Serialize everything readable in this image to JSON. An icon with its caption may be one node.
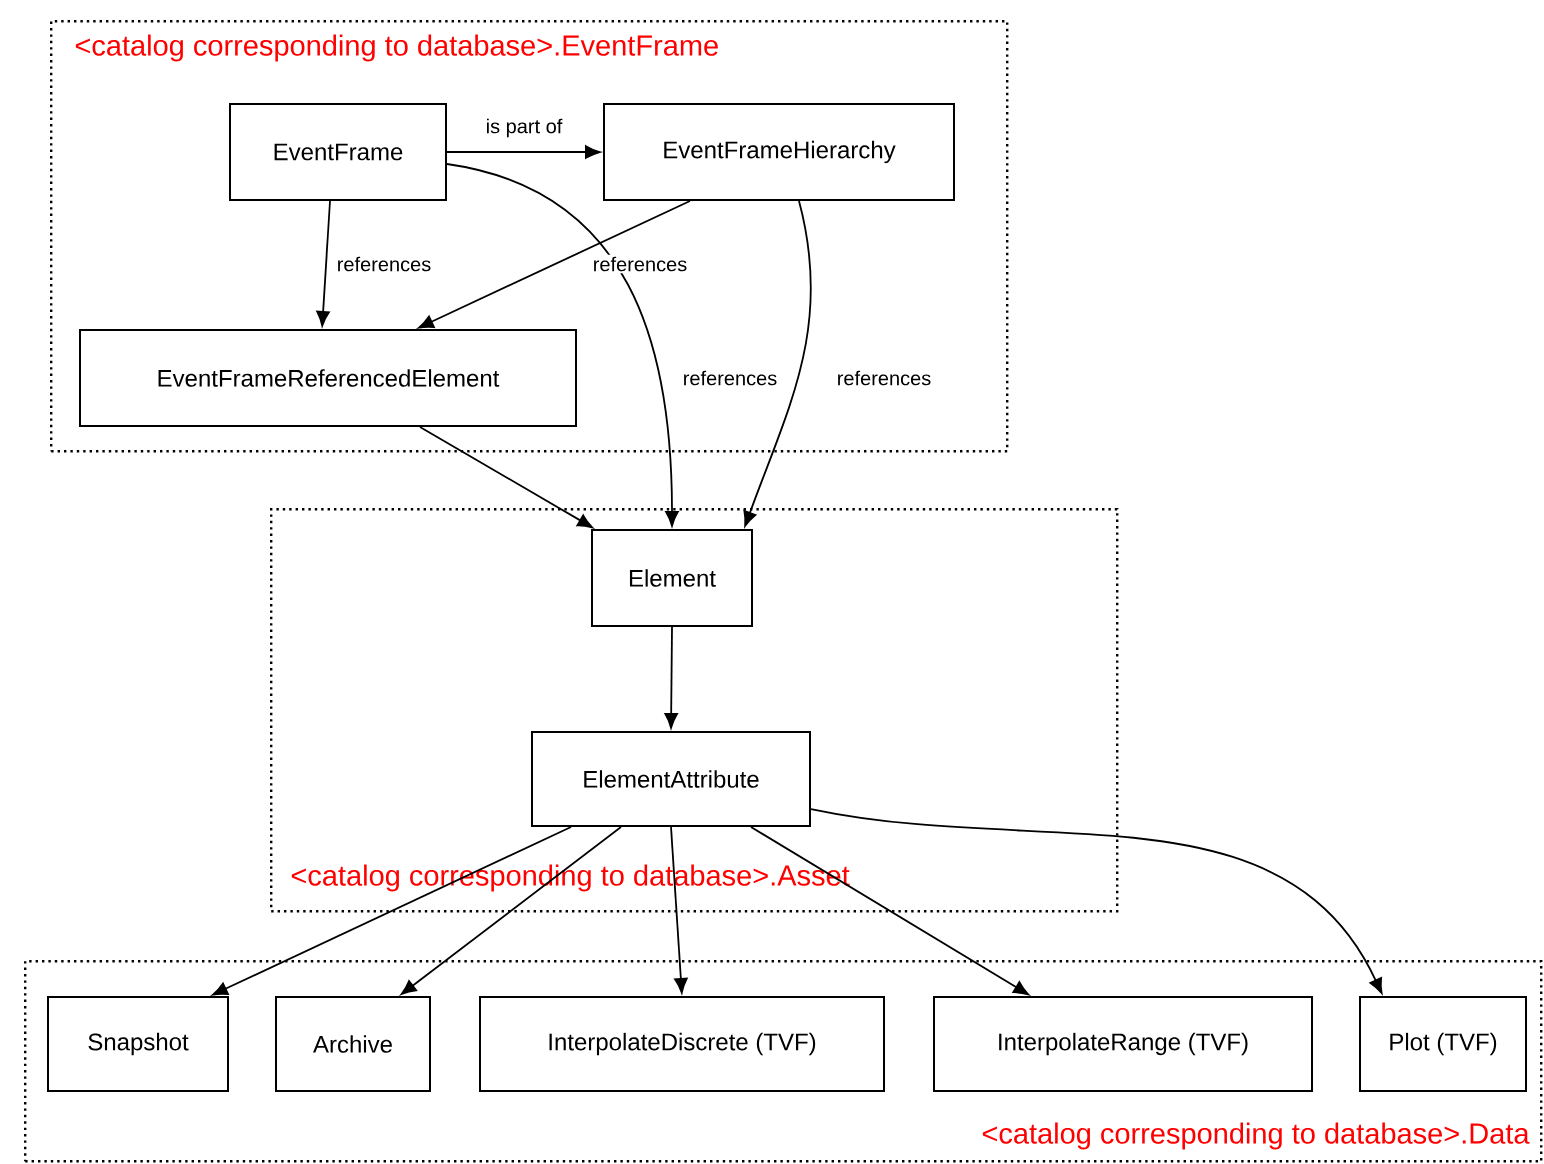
{
  "diagram": {
    "nodes": [
      {
        "text": [
          "<catalog corresponding to database>.EventFrame"
        ]
      },
      {
        "text": [
          "EventFrame"
        ],
        "in": 0
      },
      {
        "text": [
          "EventFrameHierarchy"
        ],
        "in": 0
      },
      {
        "text": [
          "EventFrameReferencedElement"
        ],
        "in": 0
      },
      {
        "text": [
          "<catalog corresponding to database>.Asset"
        ]
      },
      {
        "text": [
          "Element"
        ],
        "in": 4
      },
      {
        "text": [
          "ElementAttribute"
        ],
        "in": 4
      },
      {
        "text": [
          "<catalog corresponding to database>.Data"
        ]
      },
      {
        "text": [
          "Snapshot"
        ],
        "in": 7
      },
      {
        "text": [
          "Archive"
        ],
        "in": 7
      },
      {
        "text": [
          "InterpolateDiscrete (TVF)"
        ],
        "in": 7
      },
      {
        "text": [
          "InterpolateRange (TVF)"
        ],
        "in": 7
      },
      {
        "text": [
          "Plot (TVF)"
        ],
        "in": 7
      }
    ],
    "edges": [
      {
        "from": 1,
        "to": 2,
        "arrow": "to",
        "label": "is part of"
      },
      {
        "from": 1,
        "to": 3,
        "arrow": "to",
        "label": "references"
      },
      {
        "from": 2,
        "to": 3,
        "arrow": "to",
        "label": "references"
      },
      {
        "from": 1,
        "to": 5,
        "arrow": "to",
        "label": "references"
      },
      {
        "from": 2,
        "to": 5,
        "arrow": "to",
        "label": "references"
      },
      {
        "from": 3,
        "to": 5,
        "arrow": "to"
      },
      {
        "from": 5,
        "to": 6,
        "arrow": "to"
      },
      {
        "from": 6,
        "to": 8,
        "arrow": "to"
      },
      {
        "from": 6,
        "to": 9,
        "arrow": "to"
      },
      {
        "from": 6,
        "to": 10,
        "arrow": "to"
      },
      {
        "from": 6,
        "to": 11,
        "arrow": "to"
      },
      {
        "from": 6,
        "to": 12,
        "arrow": "to"
      }
    ]
  }
}
